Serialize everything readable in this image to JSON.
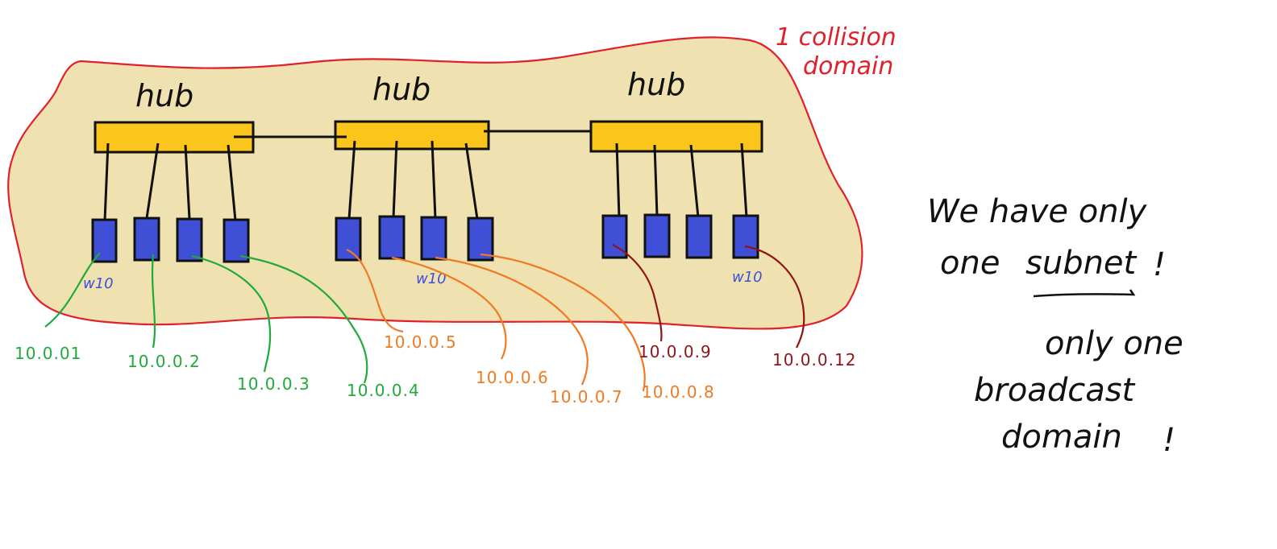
{
  "collision_note": [
    "1 collision",
    "domain"
  ],
  "hub_label": "hub",
  "w10_label": "w10",
  "ips": {
    "h1": [
      "10.0.01",
      "10.0.0.2",
      "10.0.0.3",
      "10.0.0.4"
    ],
    "h2": [
      "10.0.0.5",
      "10.0.0.6",
      "10.0.0.7",
      "10.0.0.8"
    ],
    "h3": [
      "10.0.0.9",
      "10.0.0.12"
    ]
  },
  "notes": {
    "line1": "We have only",
    "line2a": "one",
    "line2b": "subnet",
    "line2c": "!",
    "line3": "only one",
    "line4": "broadcast",
    "line5": "domain",
    "line5b": "!"
  },
  "colors": {
    "blob_fill": "#efe2b0",
    "blob_stroke": "#e0202a",
    "hub_fill": "#fcc51c",
    "host_fill": "#3f4fd6",
    "green": "#1faa3a",
    "orange": "#f07a22",
    "maroon": "#8e1418",
    "ink": "#111111",
    "red_text": "#e0202a"
  }
}
